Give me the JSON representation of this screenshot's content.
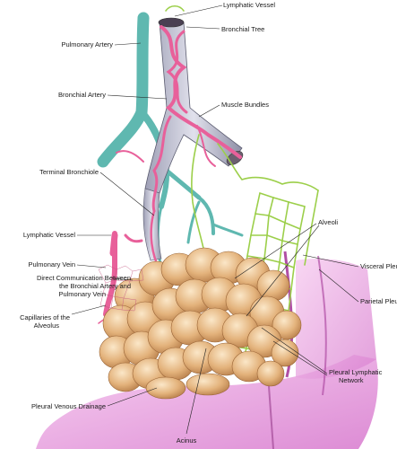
{
  "labels": {
    "lymphatic_vessel_top": "Lymphatic Vessel",
    "bronchial_tree": "Bronchial Tree",
    "pulmonary_artery": "Pulmonary Artery",
    "bronchial_artery": "Bronchial Artery",
    "muscle_bundles": "Muscle Bundles",
    "terminal_bronchiole": "Terminal Bronchiole",
    "alveoli": "Alveoli",
    "lymphatic_vessel_left": "Lymphatic Vessel",
    "pulmonary_vein": "Pulmonary Vein",
    "direct_comm_line1": "Direct Communication Between",
    "direct_comm_line2": "the Bronchial Artery and",
    "direct_comm_line3": "Pulmonary Vein",
    "capillaries_line1": "Capillaries of the",
    "capillaries_line2": "Alveolus",
    "visceral_pleura": "Visceral Pleura",
    "parietal_pleura": "Parietal Pleura",
    "pleural_lymphatic_line1": "Pleural Lymphatic",
    "pleural_lymphatic_line2": "Network",
    "pleural_venous_drainage": "Pleural Venous Drainage",
    "acinus": "Acinus"
  },
  "colors": {
    "pulmonary_artery": "#5fb8b0",
    "bronchial_artery": "#e8609a",
    "lymphatic": "#9ccf4a",
    "alveoli": "#e0b27a",
    "pleura": "#e9a3dd",
    "bronchial_tree": "#c9c9d8"
  }
}
